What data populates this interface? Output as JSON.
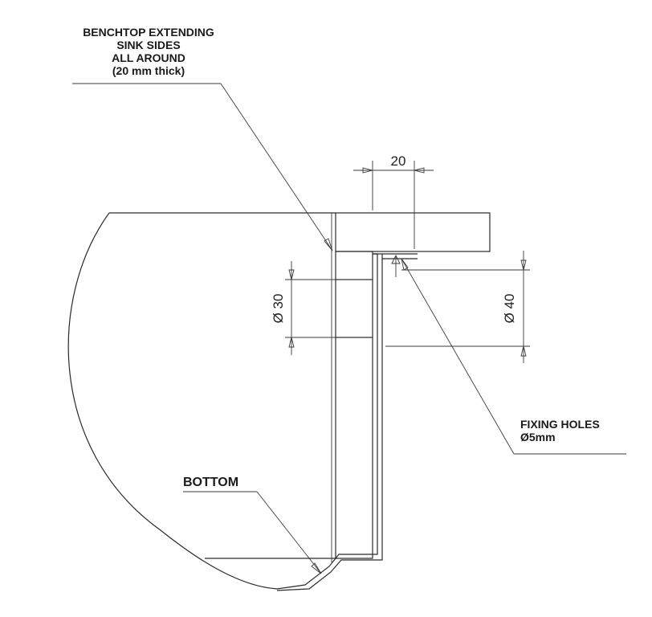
{
  "labels": {
    "benchtop": [
      "BENCHTOP EXTENDING",
      "SINK SIDES",
      "ALL AROUND",
      "(20 mm thick)"
    ],
    "fixing": [
      "FIXING HOLES",
      "Ø5mm"
    ],
    "bottom": "BOTTOM"
  },
  "dimensions": {
    "top_width": "20",
    "hole_left": "Ø 30",
    "hole_right": "Ø 40"
  }
}
